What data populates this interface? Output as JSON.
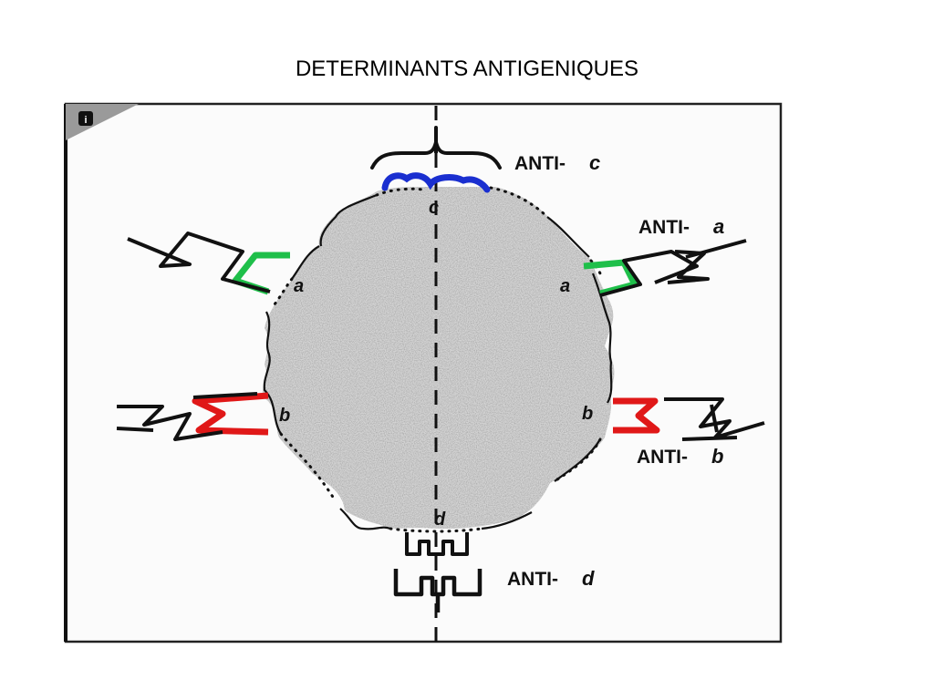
{
  "title": "DETERMINANTS ANTIGENIQUES",
  "diagram": {
    "corner_badge": "i",
    "antibodies": {
      "c": {
        "prefix": "ANTI-",
        "letter": "c"
      },
      "a": {
        "prefix": "ANTI-",
        "letter": "a"
      },
      "b": {
        "prefix": "ANTI-",
        "letter": "b"
      },
      "d": {
        "prefix": "ANTI-",
        "letter": "d"
      }
    },
    "sites": {
      "c": "c",
      "a": "a",
      "b": "b",
      "d": "d"
    },
    "colors": {
      "determinant_c": "#1a2fd0",
      "determinant_a": "#1fbf4a",
      "determinant_b": "#e01818",
      "outline": "#111111",
      "antigen_fill": "#c8c8c8"
    }
  }
}
